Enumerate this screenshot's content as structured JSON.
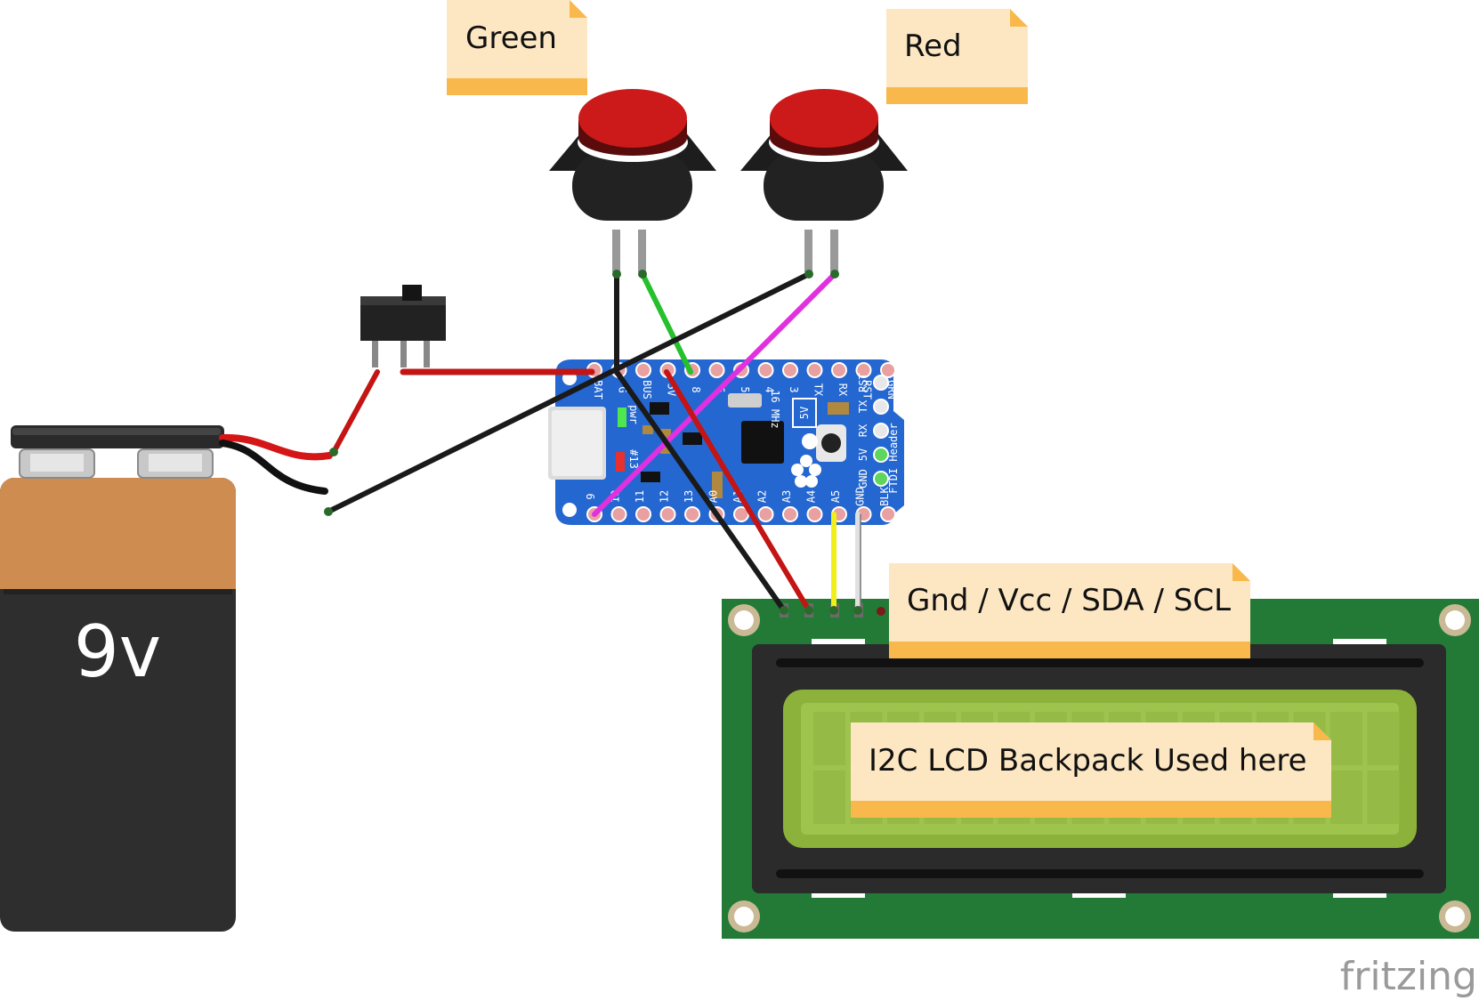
{
  "notes": {
    "green": "Green",
    "red": "Red",
    "lcd_pins": "Gnd / Vcc / SDA / SCL",
    "lcd_backpack": "I2C LCD Backpack Used here"
  },
  "battery": {
    "label": "9v"
  },
  "brand": "fritzing",
  "board_pins": {
    "top": [
      "BAT",
      "G",
      "BUS",
      "5V",
      "8",
      "6",
      "5",
      "4",
      "3",
      "TX",
      "RX",
      "RST",
      "GRN"
    ],
    "bottom": [
      "9",
      "10",
      "11",
      "12",
      "13",
      "A0",
      "A1",
      "A2",
      "A3",
      "A4",
      "A5",
      "GND",
      "BLK"
    ],
    "ftdi": [
      "RST",
      "TX",
      "RX",
      "5V",
      "GND"
    ],
    "ftdi_header": "FTDI Header",
    "chip_label": "16 MHz",
    "voltage": "5V",
    "pwr": "pwr",
    "led13": "#13"
  },
  "colors": {
    "note_fill": "#fde7c3",
    "note_band": "#f9b84c",
    "board_blue": "#2567d1",
    "lcd_pcb": "#237a37",
    "lcd_screen": "#8db23b",
    "button_red": "#cc1a1a",
    "wire_black": "#222222",
    "wire_red": "#c81818",
    "wire_green": "#28c02e",
    "wire_magenta": "#e034e0",
    "wire_yellow": "#f3f01a",
    "wire_white": "#dddddd"
  }
}
